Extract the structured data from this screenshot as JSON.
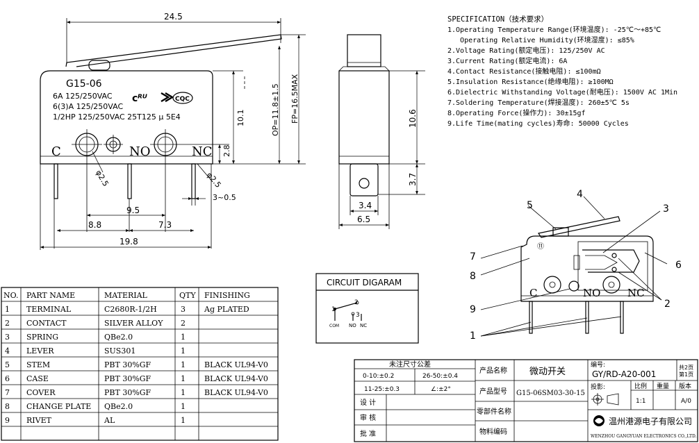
{
  "front_view": {
    "model": "G15-06",
    "rating_lines": [
      "6A 125/250VAC",
      "6(3)A 125/250VAC",
      "1/2HP 125/250VAC 25T125 µ 5E4"
    ],
    "terminals": [
      "C",
      "NO",
      "NC"
    ],
    "dims": {
      "overall_length": "24.5",
      "height": "10.1",
      "hole_height": "2.8",
      "hole_dia": "φ2.5",
      "hole_dia_2": "φ2.5",
      "pitch_c_no": "8.8",
      "pitch_no_nc": "7.3",
      "pitch_c_nc": "9.5",
      "body_length": "19.8",
      "terminal_offset": "3~0.5",
      "op": "OP=11.8±1.5",
      "fp": "FP=16.5MAX"
    }
  },
  "side_view": {
    "dims": {
      "height": "10.6",
      "terminal_len": "3.7",
      "terminal_width": "3.4",
      "width": "6.5"
    }
  },
  "specification": {
    "title": "SPECIFICATION（技术要求）",
    "items": [
      "1.Operating Temperature Range(环境温度): -25℃～+85℃",
      "   Operating Relative Humidity(环境湿度): ≤85%",
      "2.Voltage Rating(额定电压): 125/250V AC",
      "3.Current Rating(额定电流): 6A",
      "4.Contact Resistance(接触电阻): ≤100mΩ",
      "5.Insulation Resistance(绝缘电阻): ≥100MΩ",
      "6.Dielectric Withstanding Voltage(耐电压): 1500V AC 1Min",
      "7.Soldering Temperature(焊接温度): 260±5℃ 5s",
      "8.Operating Force(操作力): 30±15gf",
      "9.Life Time(mating cycles)寿命: 50000 Cycles"
    ]
  },
  "exploded_view": {
    "callouts": [
      "1",
      "2",
      "3",
      "4",
      "5",
      "6",
      "7",
      "8",
      "9"
    ],
    "terminals": [
      "C",
      "NO",
      "NC"
    ]
  },
  "circuit": {
    "title": "CIRCUIT DIGARAM",
    "pins": [
      "1",
      "2",
      "3"
    ],
    "labels": [
      "COM",
      "NO",
      "NC"
    ]
  },
  "parts_table": {
    "headers": [
      "NO.",
      "PART NAME",
      "MATERIAL",
      "QTY",
      "FINISHING"
    ],
    "rows": [
      [
        "1",
        "TERMINAL",
        "C2680R-1/2H",
        "3",
        "Ag PLATED"
      ],
      [
        "2",
        "CONTACT",
        "SILVER ALLOY",
        "2",
        ""
      ],
      [
        "3",
        "SPRING",
        "QBe2.0",
        "1",
        ""
      ],
      [
        "4",
        "LEVER",
        "SUS301",
        "1",
        ""
      ],
      [
        "5",
        "STEM",
        "PBT 30%GF",
        "1",
        "BLACK UL94-V0"
      ],
      [
        "6",
        "CASE",
        "PBT 30%GF",
        "1",
        "BLACK UL94-V0"
      ],
      [
        "7",
        "COVER",
        "PBT 30%GF",
        "1",
        "BLACK UL94-V0"
      ],
      [
        "8",
        "CHANGE PLATE",
        "QBe2.0",
        "1",
        ""
      ],
      [
        "9",
        "RIVET",
        "AL",
        "1",
        ""
      ]
    ]
  },
  "title_block": {
    "tolerance_title": "未注尺寸公差",
    "tolerances": [
      "0-10:±0.2",
      "26-50:±0.4",
      "11-25:±0.3",
      "∠:±2°"
    ],
    "product_name_label": "产品名称",
    "product_name": "微动开关",
    "product_model_label": "产品型号",
    "product_model": "G15-06SM03-30-15",
    "drawing_no_label": "编号:",
    "drawing_no": "GY/RD-A20-001",
    "sheets": "共2页",
    "sheet": "第1页",
    "projection_label": "投影:",
    "scale_label": "比例",
    "weight_label": "重量",
    "version_label": "版本",
    "scale": "1:1",
    "version": "A/0",
    "design_label": "设 计",
    "review_label": "审 核",
    "approve_label": "批 准",
    "part_name_label": "零部件名称",
    "material_label": "物料编码",
    "company": "温州港源电子有限公司",
    "company_en": "WENZHOU GANGYUAN ELECTRONICS CO.,LTD."
  },
  "accent_color": "#d9a400"
}
